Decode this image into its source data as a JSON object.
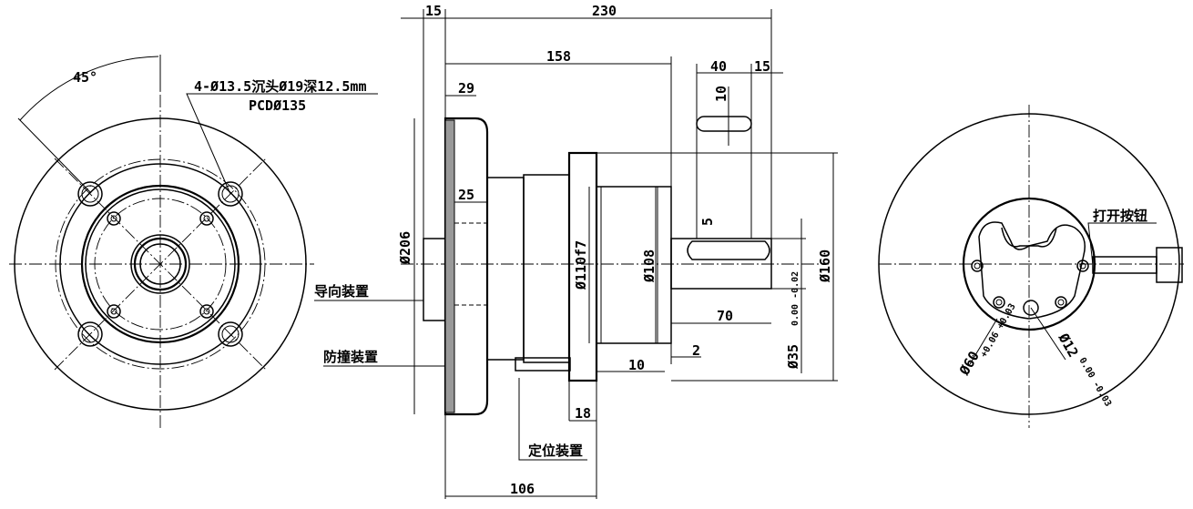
{
  "front_view": {
    "angle_label": "45°",
    "hole_note": "4-Ø13.5沉头Ø19深12.5mm",
    "pcd_note": "PCDØ135"
  },
  "side_view": {
    "dims": {
      "d15_top": "15",
      "d230": "230",
      "d158": "158",
      "d29": "29",
      "d40": "40",
      "d15_key": "15",
      "d10_key": "10",
      "d25": "25",
      "d5": "5",
      "d206": "Ø206",
      "d110": "Ø110f7",
      "d108": "Ø108",
      "d160": "Ø160",
      "d70": "70",
      "d2": "2",
      "d10": "10",
      "d18": "18",
      "d106": "106",
      "d35": "Ø35",
      "d35_tol": "0.00 -0.02"
    },
    "labels": {
      "guide": "导向装置",
      "anticollision": "防撞装置",
      "positioning": "定位装置"
    }
  },
  "rear_view": {
    "button_label": "打开按钮",
    "d60": "Ø60",
    "d60_tol": "+0.06 +0.03",
    "d12": "Ø12",
    "d12_tol": "0.00 -0.03"
  }
}
